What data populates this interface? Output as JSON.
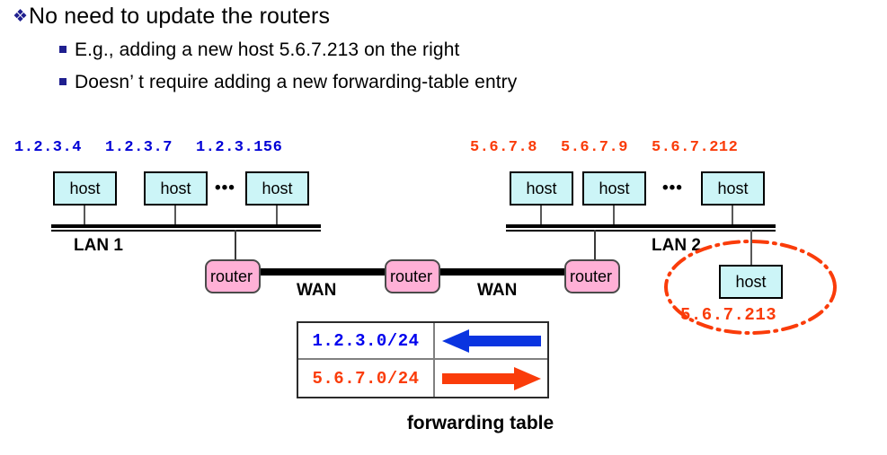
{
  "slide": {
    "bullets": [
      {
        "level": 1,
        "glyph": "diamond-bullet-icon",
        "text": "No need to update the routers"
      },
      {
        "level": 2,
        "glyph": "square-bullet-icon",
        "text": "E.g., adding a new host 5.6.7.213 on the right"
      },
      {
        "level": 2,
        "glyph": "square-bullet-icon",
        "text": "Doesn’ t require adding a new forwarding-table entry"
      }
    ]
  },
  "diagram": {
    "lan1": {
      "caption": "LAN 1",
      "hosts": [
        {
          "label": "host",
          "ip": "1.2.3.4"
        },
        {
          "label": "host",
          "ip": "1.2.3.7"
        },
        {
          "label": "host",
          "ip": "1.2.3.156"
        }
      ],
      "ellipsis": "•••"
    },
    "lan2": {
      "caption": "LAN 2",
      "hosts": [
        {
          "label": "host",
          "ip": "5.6.7.8"
        },
        {
          "label": "host",
          "ip": "5.6.7.9"
        },
        {
          "label": "host",
          "ip": "5.6.7.212"
        }
      ],
      "ellipsis": "•••"
    },
    "routers": [
      {
        "label": "router"
      },
      {
        "label": "router"
      },
      {
        "label": "router"
      }
    ],
    "wan_links": [
      {
        "label": "WAN"
      },
      {
        "label": "WAN"
      }
    ],
    "new_host": {
      "label": "host",
      "ip": "5.6.7.213",
      "highlight": "dash-dot-ellipse"
    }
  },
  "forwarding_table": {
    "caption": "forwarding table",
    "rows": [
      {
        "prefix": "1.2.3.0/24",
        "direction": "left-arrow-icon",
        "color": "#0000ee"
      },
      {
        "prefix": "5.6.7.0/24",
        "direction": "right-arrow-icon",
        "color": "#fa3c0a"
      }
    ]
  },
  "colors": {
    "blue": "#0000d6",
    "red": "#fa3c0a",
    "host_fill": "#ccf5f7",
    "router_fill": "#ffb0d6",
    "bullet_navy": "#1f1f8f"
  }
}
